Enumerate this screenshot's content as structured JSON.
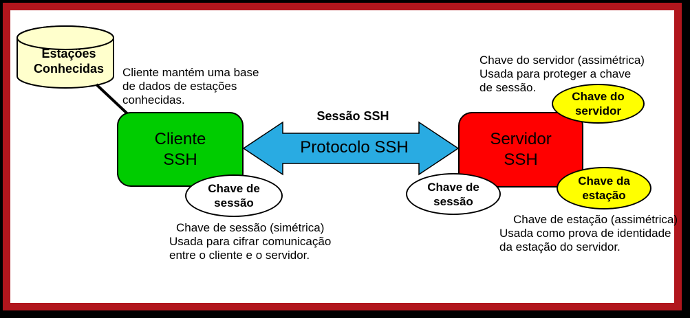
{
  "frame": {
    "border_color": "#B1161D",
    "outer_color": "#000000",
    "background": "#FFFFFF"
  },
  "database": {
    "label": "Estações\nConhecidas",
    "fill": "#FFFFCC"
  },
  "client": {
    "label": "Cliente\nSSH",
    "fill": "#00CC00"
  },
  "server": {
    "label": "Servidor\nSSH",
    "fill": "#FF0000"
  },
  "connection": {
    "session_label": "Sessão SSH",
    "protocol_label": "Protocolo SSH",
    "arrow_fill": "#29ABE2"
  },
  "keys": {
    "client_session": {
      "label": "Chave de\nsessão",
      "fill": "#FFFFFF"
    },
    "server_session": {
      "label": "Chave de\nsessão",
      "fill": "#FFFFFF"
    },
    "server_key": {
      "label": "Chave do\nservidor",
      "fill": "#FFFF00"
    },
    "host_key": {
      "label": "Chave da\nestação",
      "fill": "#FFFF00"
    }
  },
  "notes": {
    "client_db": "Cliente mantém uma base\nde dados de estações\nconhecidas.",
    "server_key": "Chave do servidor (assimétrica)\nUsada para proteger a chave\nde sessão.",
    "session_key": "Chave de sessão (simétrica)\nUsada para cifrar comunicação\nentre o cliente e o servidor.",
    "host_key": "Chave de estação (assimétrica)\nUsada como prova de identidade\nda estação do servidor."
  }
}
